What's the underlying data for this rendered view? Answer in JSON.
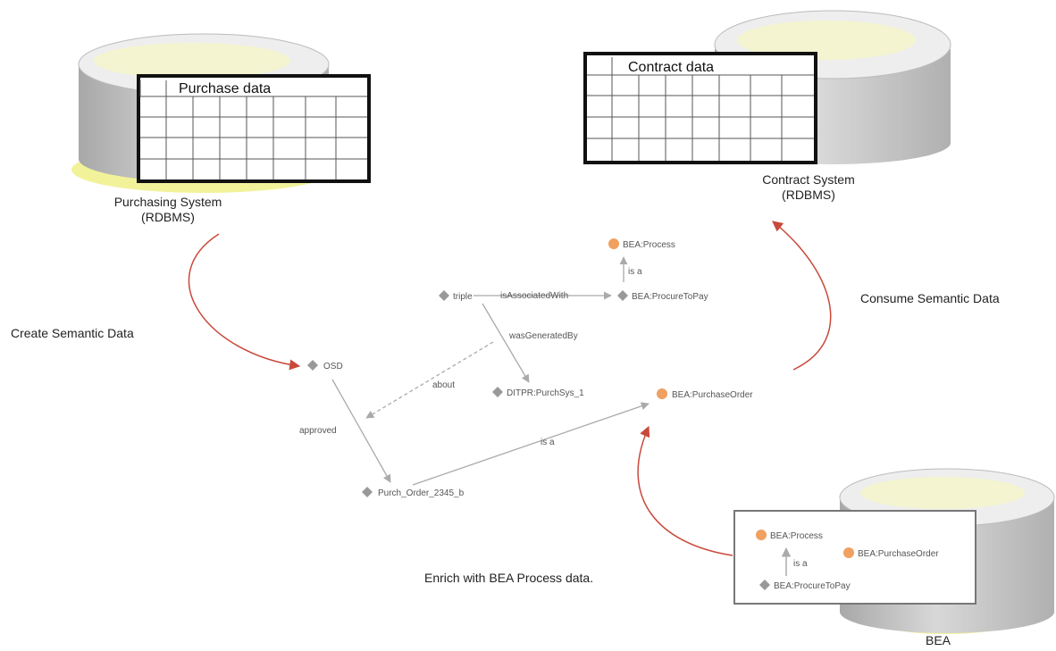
{
  "purchasing": {
    "table_title": "Purchase data",
    "name_line1": "Purchasing System",
    "name_line2": "(RDBMS)"
  },
  "contract": {
    "table_title": "Contract data",
    "name_line1": "Contract System",
    "name_line2": "(RDBMS)"
  },
  "bea": {
    "name": "BEA",
    "nodes": {
      "process": "BEA:Process",
      "purchase_order": "BEA:PurchaseOrder",
      "procure_to_pay": "BEA:ProcureToPay"
    },
    "edge_is_a": "is a"
  },
  "steps": {
    "create": "Create Semantic Data",
    "consume": "Consume Semantic Data",
    "enrich": "Enrich with BEA Process data."
  },
  "graph": {
    "nodes": {
      "bea_process": "BEA:Process",
      "triple": "triple",
      "bea_procure": "BEA:ProcureToPay",
      "osd": "OSD",
      "ditpr": "DITPR:PurchSys_1",
      "bea_purchase_order": "BEA:PurchaseOrder",
      "purch_order": "Purch_Order_2345_b"
    },
    "edges": {
      "is_a_top": "is a",
      "is_associated_with": "isAssociatedWith",
      "was_generated_by": "wasGeneratedBy",
      "about": "about",
      "approved": "approved",
      "is_a_bottom": "is a"
    }
  },
  "colors": {
    "cylinder_fill": "#cccccc",
    "cylinder_top": "#eeeeee",
    "yellow_glow": "#f2f29a",
    "arrow_red": "#c8493a",
    "graph_gray": "#aaaaaa",
    "node_orange": "#f0a060",
    "node_gray": "#999999"
  }
}
